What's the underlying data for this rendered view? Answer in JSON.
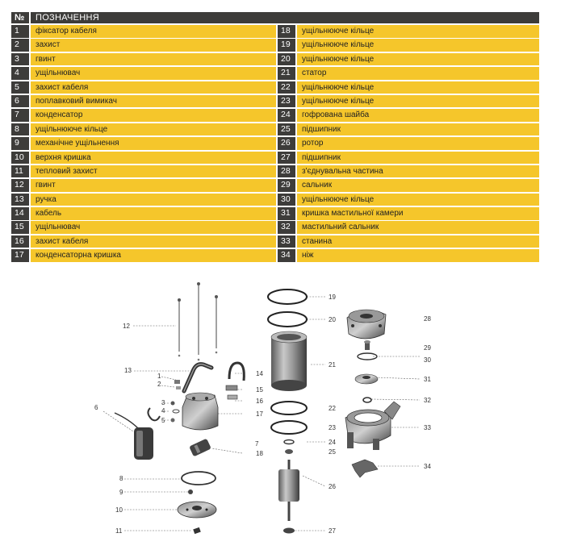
{
  "header": {
    "num": "№",
    "title": "ПОЗНАЧЕННЯ"
  },
  "legend_left": [
    {
      "n": "1",
      "t": "фіксатор кабеля"
    },
    {
      "n": "2",
      "t": "захист"
    },
    {
      "n": "3",
      "t": "гвинт"
    },
    {
      "n": "4",
      "t": "ущільнювач"
    },
    {
      "n": "5",
      "t": "захист кабеля"
    },
    {
      "n": "6",
      "t": "поплавковий вимикач"
    },
    {
      "n": "7",
      "t": "конденсатор"
    },
    {
      "n": "8",
      "t": "ущільнююче кільце"
    },
    {
      "n": "9",
      "t": "механічне ущільнення"
    },
    {
      "n": "10",
      "t": "верхня кришка"
    },
    {
      "n": "11",
      "t": "тепловий захист"
    },
    {
      "n": "12",
      "t": "гвинт"
    },
    {
      "n": "13",
      "t": "ручка"
    },
    {
      "n": "14",
      "t": "кабель"
    },
    {
      "n": "15",
      "t": "ущільнювач"
    },
    {
      "n": "16",
      "t": "захист кабеля"
    },
    {
      "n": "17",
      "t": "конденсаторна кришка"
    }
  ],
  "legend_right": [
    {
      "n": "18",
      "t": "ущільнююче кільце"
    },
    {
      "n": "19",
      "t": "ущільнююче кільце"
    },
    {
      "n": "20",
      "t": "ущільнююче кільце"
    },
    {
      "n": "21",
      "t": "статор"
    },
    {
      "n": "22",
      "t": "ущільнююче кільце"
    },
    {
      "n": "23",
      "t": "ущільнююче кільце"
    },
    {
      "n": "24",
      "t": "гофрована шайба"
    },
    {
      "n": "25",
      "t": "підшипник"
    },
    {
      "n": "26",
      "t": "ротор"
    },
    {
      "n": "27",
      "t": "підшипник"
    },
    {
      "n": "28",
      "t": "з'єднувальна частина"
    },
    {
      "n": "29",
      "t": "сальник"
    },
    {
      "n": "30",
      "t": "ущільнююче кільце"
    },
    {
      "n": "31",
      "t": "кришка мастильної камери"
    },
    {
      "n": "32",
      "t": "мастильний сальник"
    },
    {
      "n": "33",
      "t": "станина"
    },
    {
      "n": "34",
      "t": "ніж"
    }
  ],
  "callouts": [
    "1",
    "2",
    "3",
    "4",
    "5",
    "6",
    "7",
    "8",
    "9",
    "10",
    "11",
    "12",
    "13",
    "14",
    "15",
    "16",
    "17",
    "18",
    "19",
    "20",
    "21",
    "22",
    "23",
    "24",
    "25",
    "26",
    "27",
    "28",
    "29",
    "30",
    "31",
    "32",
    "33",
    "34"
  ]
}
